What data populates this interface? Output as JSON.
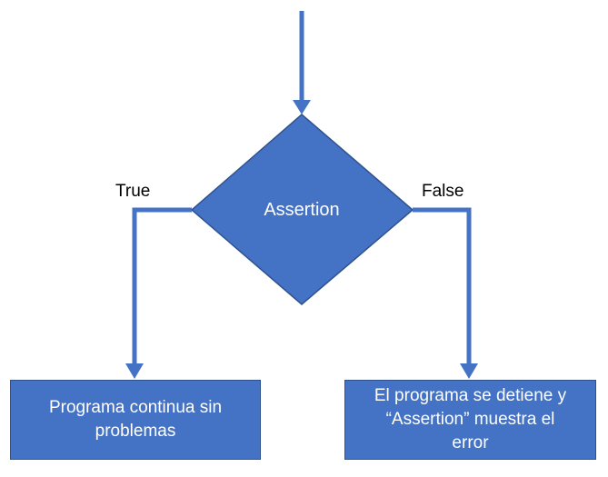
{
  "decision": {
    "label": "Assertion"
  },
  "branches": {
    "true_label": "True",
    "false_label": "False"
  },
  "outcomes": {
    "true_box": {
      "line1": "Programa continua sin",
      "line2": "problemas"
    },
    "false_box": {
      "line1": "El programa se detiene y",
      "line2": "“Assertion” muestra el",
      "line3": "error"
    }
  },
  "colors": {
    "shape_fill": "#4472c4",
    "shape_border": "#2f528f",
    "connector": "#4472c4",
    "shape_text": "#ffffff"
  }
}
